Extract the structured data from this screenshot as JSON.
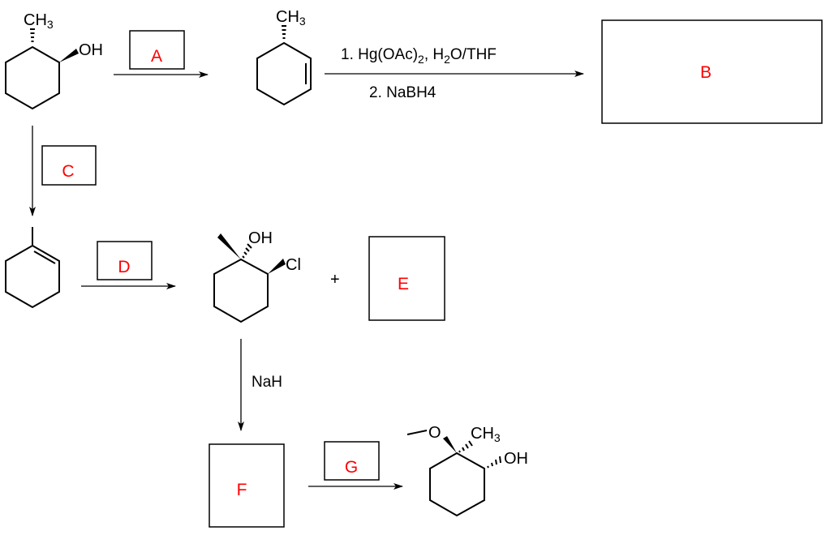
{
  "unknowns": {
    "a": "A",
    "b": "B",
    "c": "C",
    "d": "D",
    "e": "E",
    "f": "F",
    "g": "G"
  },
  "molecules": {
    "start": {
      "methyl": "CH",
      "methyl_sub": "3",
      "hydroxyl": "OH"
    },
    "alkene": {
      "methyl": "CH",
      "methyl_sub": "3"
    },
    "chlorohydrin": {
      "hydroxyl": "OH",
      "chloro": "Cl"
    },
    "product": {
      "oxygen": "O",
      "methyl": "CH",
      "methyl_sub": "3",
      "hydroxyl": "OH"
    }
  },
  "reagents": {
    "step1_a": "1. Hg(OAc)",
    "step1_sub": "2",
    "step1_b": ", H",
    "step1_sub2": "2",
    "step1_c": "O/THF",
    "step2": "2. NaBH4",
    "nah": "NaH",
    "plus": "+"
  },
  "colors": {
    "unknown_label": "#ff0000",
    "lines": "#000000"
  }
}
